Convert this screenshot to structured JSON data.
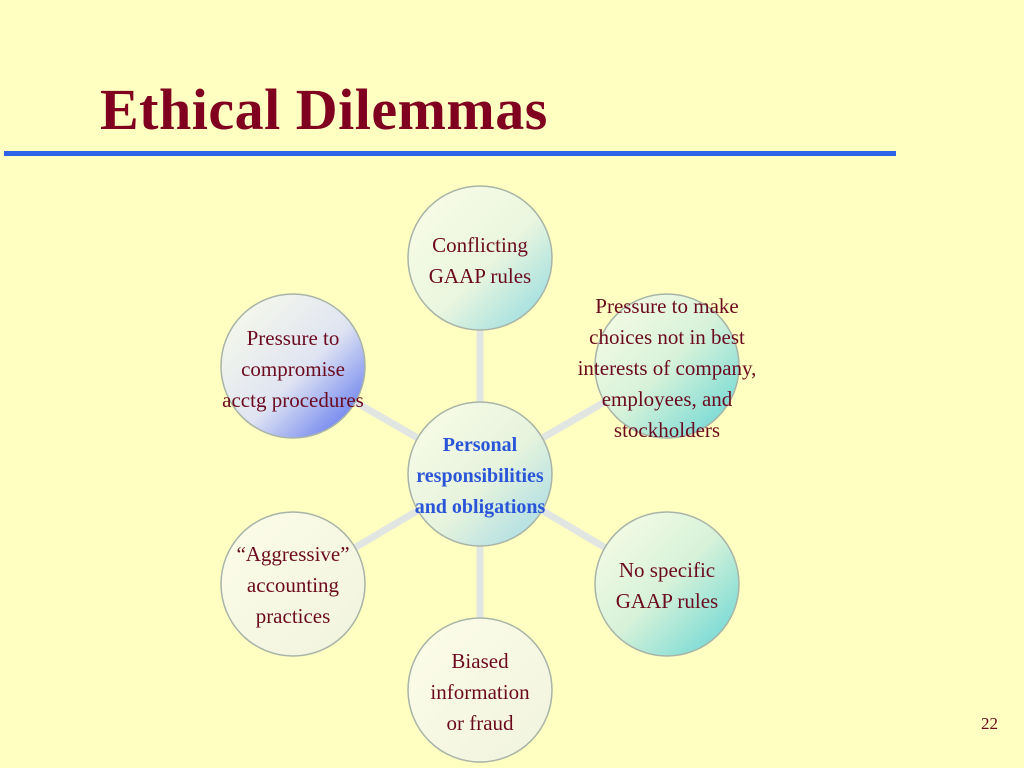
{
  "slide": {
    "title": "Ethical Dilemmas",
    "page_number": "22"
  },
  "diagram": {
    "center": {
      "lines": [
        "Personal",
        "responsibilities",
        "and obligations"
      ],
      "text_color": "#2a55d8"
    },
    "nodes": [
      {
        "id": "top",
        "lines": [
          "Conflicting",
          "GAAP rules"
        ]
      },
      {
        "id": "upper-right",
        "lines": [
          "Pressure to make",
          "choices not in best",
          "interests of company,",
          "employees, and",
          "stockholders"
        ]
      },
      {
        "id": "lower-right",
        "lines": [
          "No specific",
          "GAAP rules"
        ]
      },
      {
        "id": "bottom",
        "lines": [
          "Biased",
          "information",
          "or fraud"
        ]
      },
      {
        "id": "lower-left",
        "lines": [
          "“Aggressive”",
          "accounting",
          "practices"
        ]
      },
      {
        "id": "upper-left",
        "lines": [
          "Pressure to",
          "compromise",
          "acctg procedures"
        ]
      }
    ],
    "colors": {
      "background": "#ffffc2",
      "title": "#800020",
      "rule": "#2f63e8",
      "node_text": "#6b0a1e",
      "spoke": "#e2e6e2",
      "circle_light": "#fdfde8",
      "circle_cyan": "#5ed4d4",
      "circle_blue": "#4a63ef"
    }
  }
}
